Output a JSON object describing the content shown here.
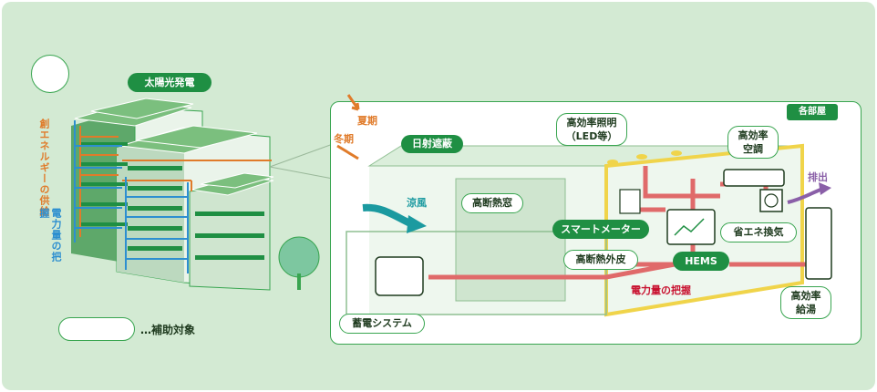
{
  "labels": {
    "solar": "太陽光発電",
    "creation_supply": "創エネルギーの供給",
    "power_monitoring": "電力量の把握",
    "legend": "…補助対象",
    "each_room": "各部屋",
    "summer": "夏期",
    "winter": "冬期",
    "sun_shading": "日射遮蔽",
    "cool_breeze": "涼風",
    "insulated_window": "高断熱窓",
    "smart_meter": "スマートメーター",
    "insulated_skin": "高断熱外皮",
    "hems": "HEMS",
    "power_monitoring_room": "電力量の把握",
    "storage": "蓄電システム",
    "lighting_line1": "高効率照明",
    "lighting_line2": "（LED等）",
    "ac_line1": "高効率",
    "ac_line2": "空調",
    "exhaust": "排出",
    "ventilation": "省エネ換気",
    "water_line1": "高効率",
    "water_line2": "給湯"
  },
  "colors": {
    "background": "#d3ead3",
    "accent_green": "#1f8f43",
    "border_green": "#39a550",
    "orange": "#e07b2a",
    "blue": "#2d8fd0",
    "red_line": "#e06a6a",
    "yellow_frame": "#f0d44a",
    "teal_arrow": "#1b9aa0",
    "purple_arrow": "#8a5fa8"
  }
}
